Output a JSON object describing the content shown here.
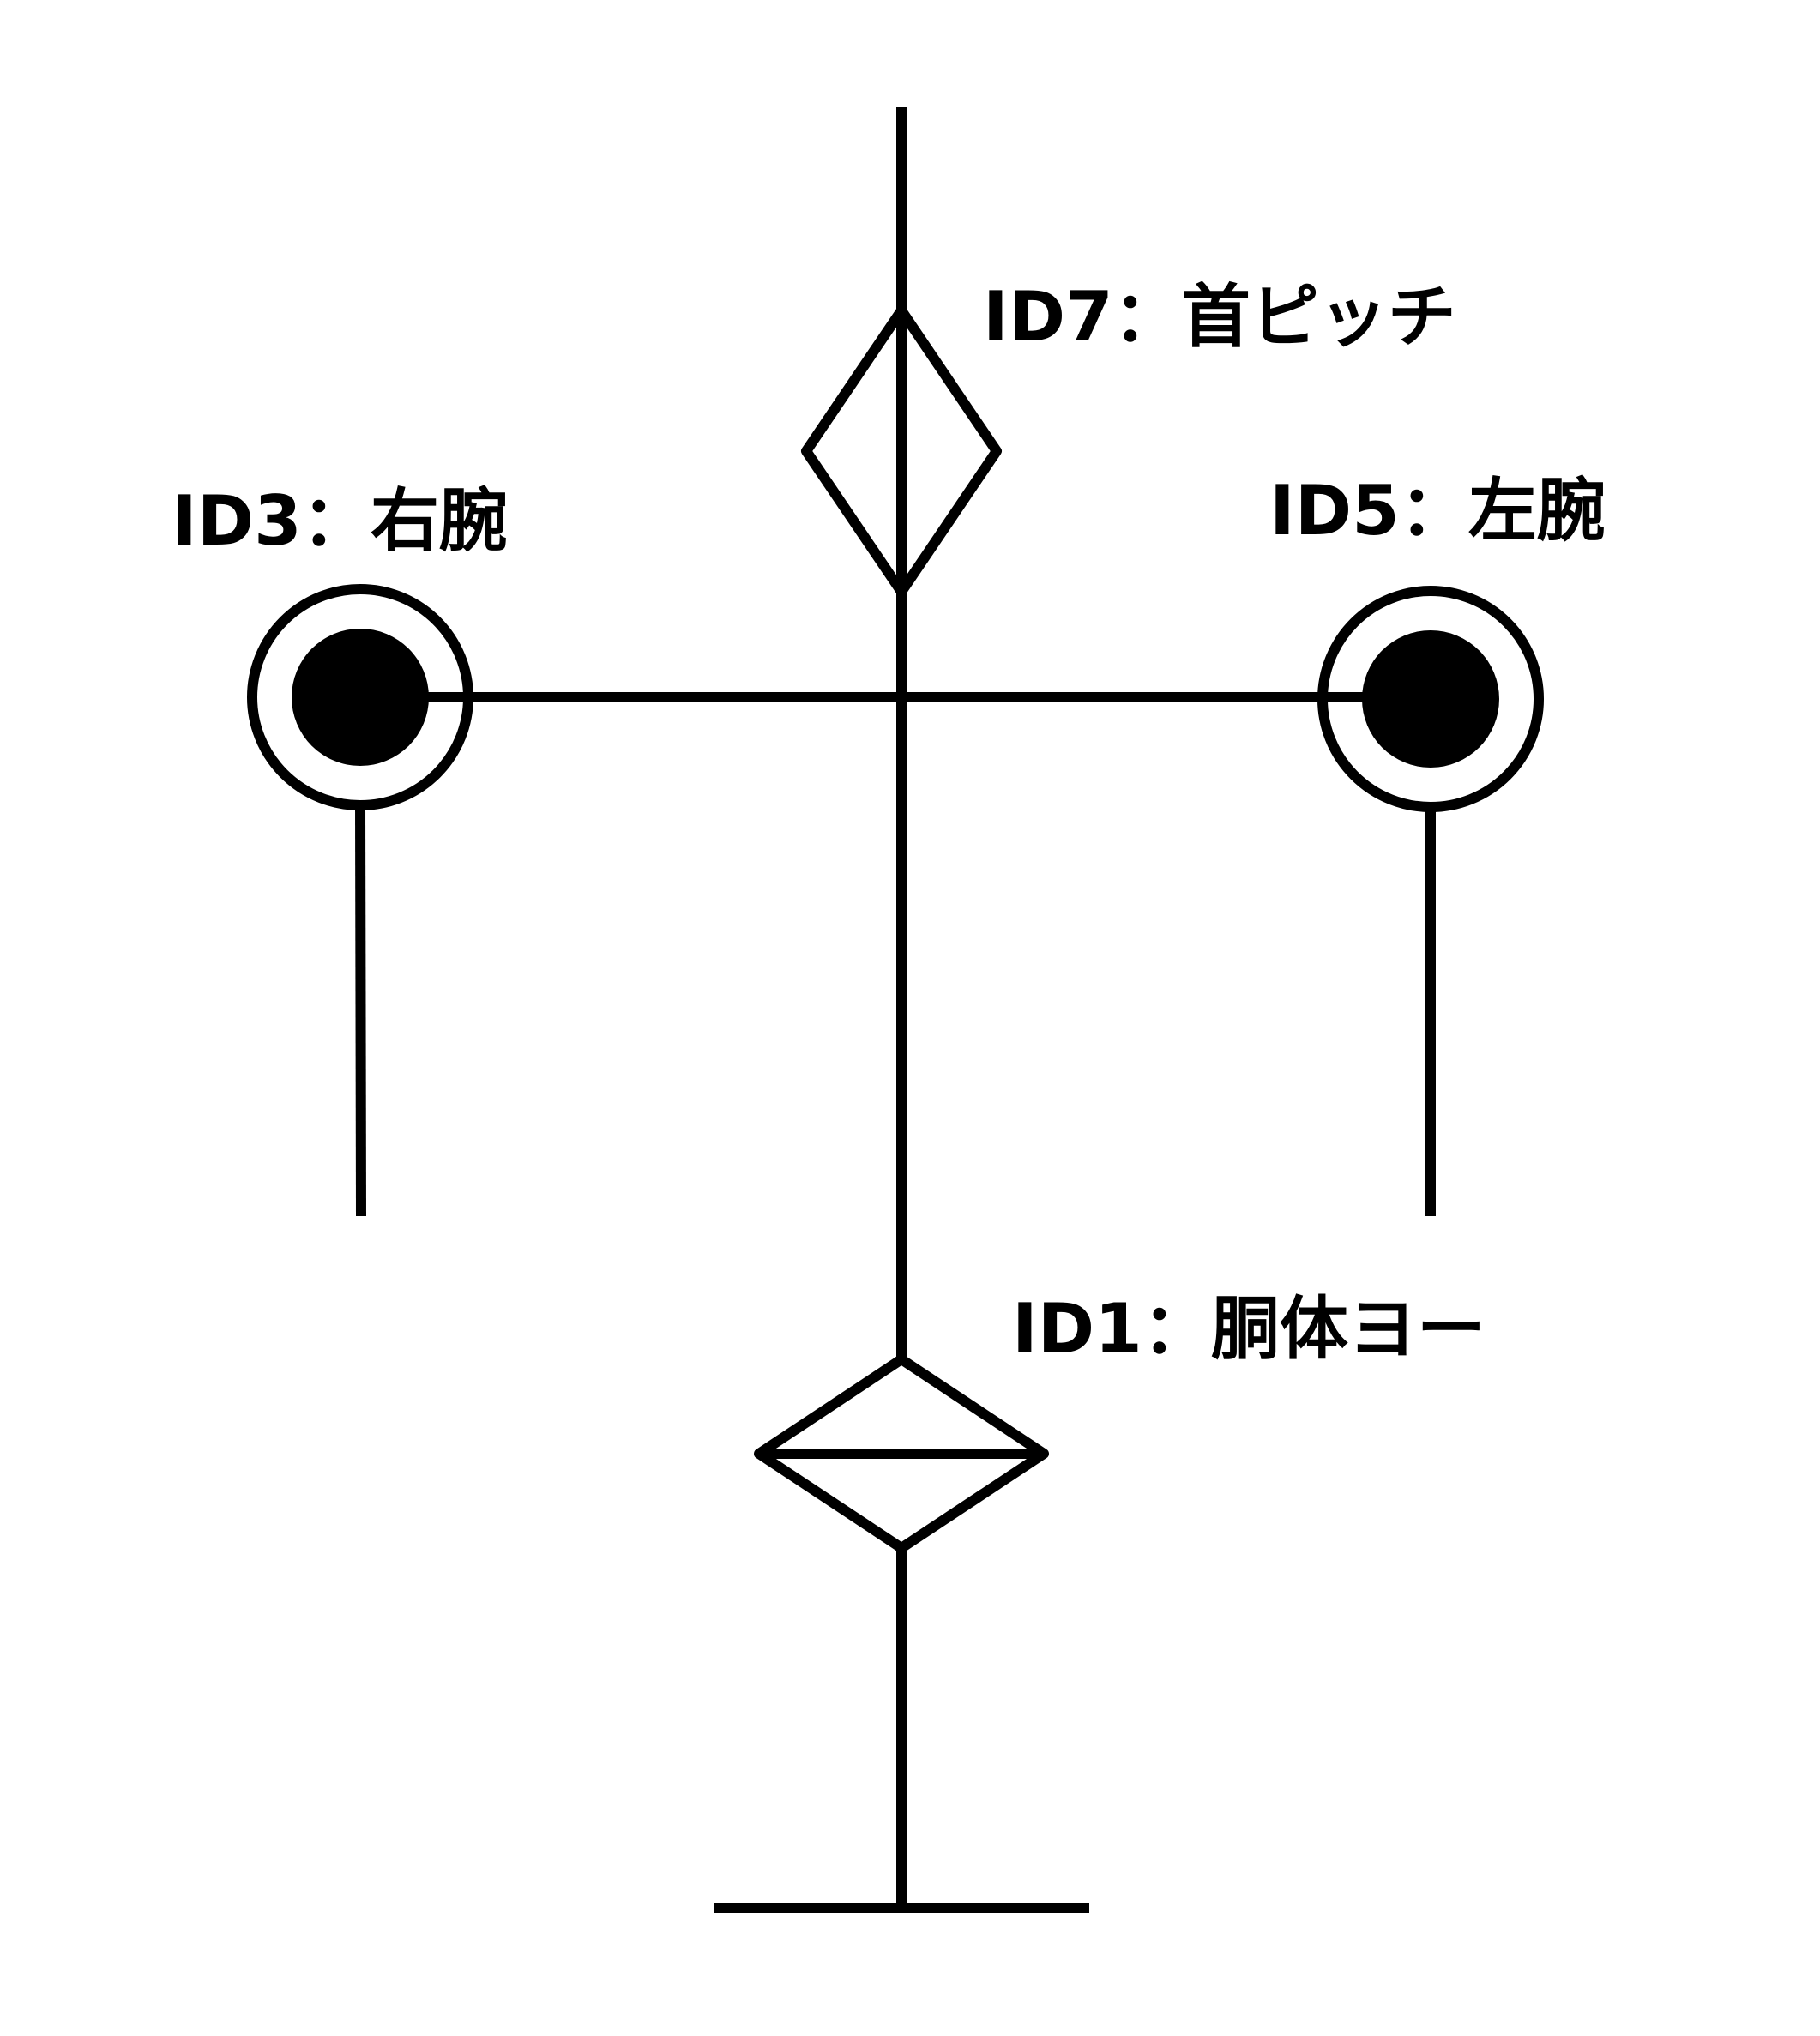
{
  "labels": {
    "neck_pitch": "ID7：首ピッチ",
    "right_arm": "ID3：右腕",
    "left_arm": "ID5：左腕",
    "torso_yaw": "ID1：胴体ヨー"
  },
  "colors": {
    "line": "#000000",
    "background": "#ffffff"
  }
}
